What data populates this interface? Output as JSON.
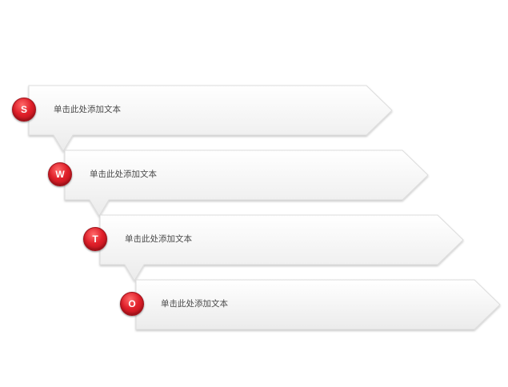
{
  "diagram": {
    "steps": [
      {
        "letter": "S",
        "text": "单击此处添加文本"
      },
      {
        "letter": "W",
        "text": "单击此处添加文本"
      },
      {
        "letter": "T",
        "text": "单击此处添加文本"
      },
      {
        "letter": "O",
        "text": "单击此处添加文本"
      }
    ]
  },
  "colors": {
    "badge": "#e0202a",
    "arrow_fill_top": "#ffffff",
    "arrow_fill_bottom": "#ececec",
    "text": "#4a4a4a"
  }
}
